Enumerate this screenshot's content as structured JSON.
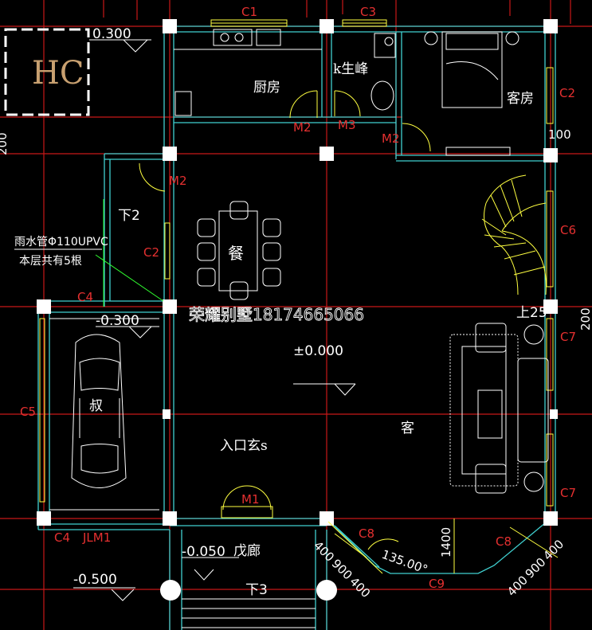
{
  "colors": {
    "background": "#000000",
    "axis_red": "#d01818",
    "wall_cyan": "#40d0d0",
    "column_white": "#ffffff",
    "label_red": "#e53030",
    "dim_yellow": "#ffff40",
    "leader_green": "#30ff30"
  },
  "hc_label": "HC",
  "elevations": {
    "top": "0.300",
    "garage": "-0.300",
    "main": "±0.000",
    "porch": "-0.050",
    "bottom": "-0.500"
  },
  "rooms": {
    "kitchen": "厨房",
    "bathroom": "k生峰",
    "guest_room": "客房",
    "dining": "餐",
    "entrance": "入口玄s",
    "living": "客",
    "garage": "叔",
    "porch": "戊廊"
  },
  "windows": {
    "c1": "C1",
    "c3": "C3",
    "c2_top": "C2",
    "c2_left": "C2",
    "c4_top": "C4",
    "c4_bottom": "C4",
    "c5": "C5",
    "c6": "C6",
    "c7_top": "C7",
    "c7_bottom": "C7",
    "c8_left": "C8",
    "c9": "C9",
    "c8_right": "C8"
  },
  "doors": {
    "m2_kitchen": "M2",
    "m3": "M3",
    "m2_bath": "M2",
    "m2_left": "M2",
    "m1": "M1",
    "jlm1": "JLM1"
  },
  "stairs": {
    "down2": "下2",
    "up25": "上25",
    "down3": "下3"
  },
  "dimensions": {
    "d100": "100",
    "d200_right": "200",
    "d200_left": "200",
    "angle": "135.00°",
    "d1400": "1400",
    "d400_left": "400",
    "d900_left": "900",
    "d400_left2": "400",
    "d400_right": "400",
    "d900_right": "900",
    "d400_right2": "400"
  },
  "note": {
    "line1": "雨水管Φ110UPVC",
    "line2": "本层共有5根"
  },
  "watermark": "荣耀别墅18174665066"
}
